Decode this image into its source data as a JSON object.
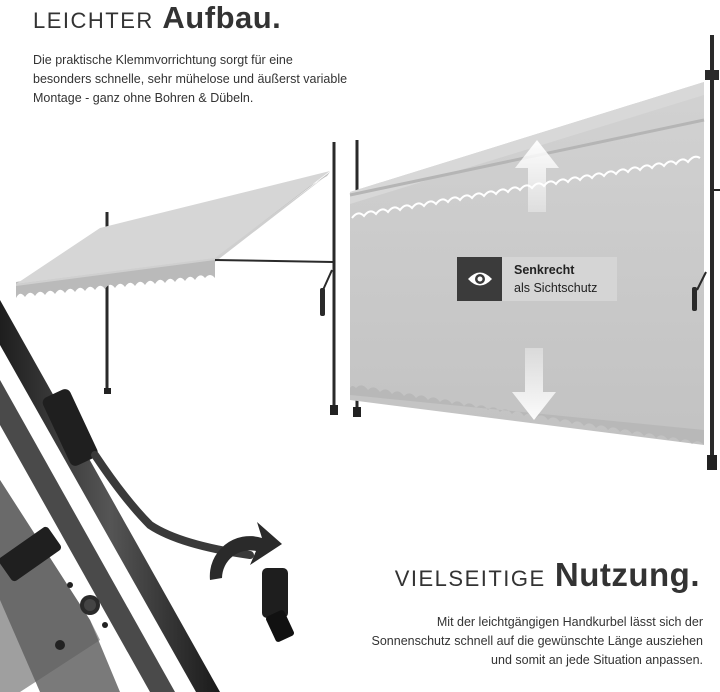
{
  "heading_top": {
    "light": "LEICHTER",
    "bold": "Aufbau."
  },
  "intro_text": "Die praktische Klemmvorrichtung sorgt für eine besonders schnelle, sehr mühelose und äußerst variable Montage - ganz ohne Bohren & Dübeln.",
  "badge": {
    "title": "Senkrecht",
    "subtitle": "als Sichtschutz",
    "icon": "eye-icon"
  },
  "heading_bottom": {
    "light": "VIELSEITIGE",
    "bold": "Nutzung."
  },
  "usage_text": "Mit der leichtgängigen Handkurbel lässt sich der Sonnenschutz schnell auf die gewünschte Länge ausziehen und somit an jede Situation anpassen.",
  "colors": {
    "fabric": "#c8c8c8",
    "pole": "#2f2f2f",
    "text": "#333333",
    "badge_icon_bg": "#3b3b3b"
  }
}
